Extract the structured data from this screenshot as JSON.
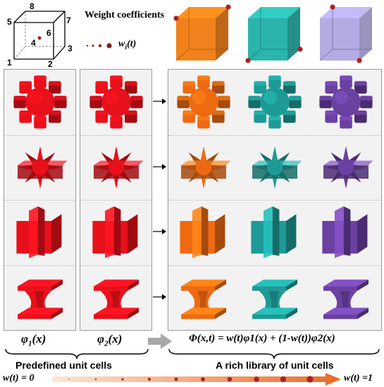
{
  "legend": {
    "title": "Weight coefficients",
    "weight_label": "w",
    "weight_sub": "i",
    "weight_arg": "(t)",
    "vertex_numbers": [
      "1",
      "2",
      "3",
      "4",
      "5",
      "6",
      "7",
      "8"
    ]
  },
  "cube_colors": [
    "#f07a10",
    "#20b0a8",
    "#9a8fd8"
  ],
  "rows": [
    "cubic-cross",
    "star-shape",
    "cross-plates",
    "hourglass-plate"
  ],
  "colors": {
    "predefined": "#e8101a",
    "library": [
      "#ee6a12",
      "#1e9a96",
      "#6a40a0"
    ]
  },
  "labels": {
    "phi1_symbol": "φ",
    "phi1_sub": "1",
    "phi1_arg": "(x)",
    "phi2_symbol": "φ",
    "phi2_sub": "2",
    "phi2_arg": "(x)",
    "formula": "Φ(x,t) = w(t)φ1(x) + (1-w(t))φ2(x)",
    "predefined": "Predefined  unit cells",
    "library": "A rich library of  unit cells",
    "w_start": "w(t) = 0",
    "w_end": "w(t) =1"
  }
}
